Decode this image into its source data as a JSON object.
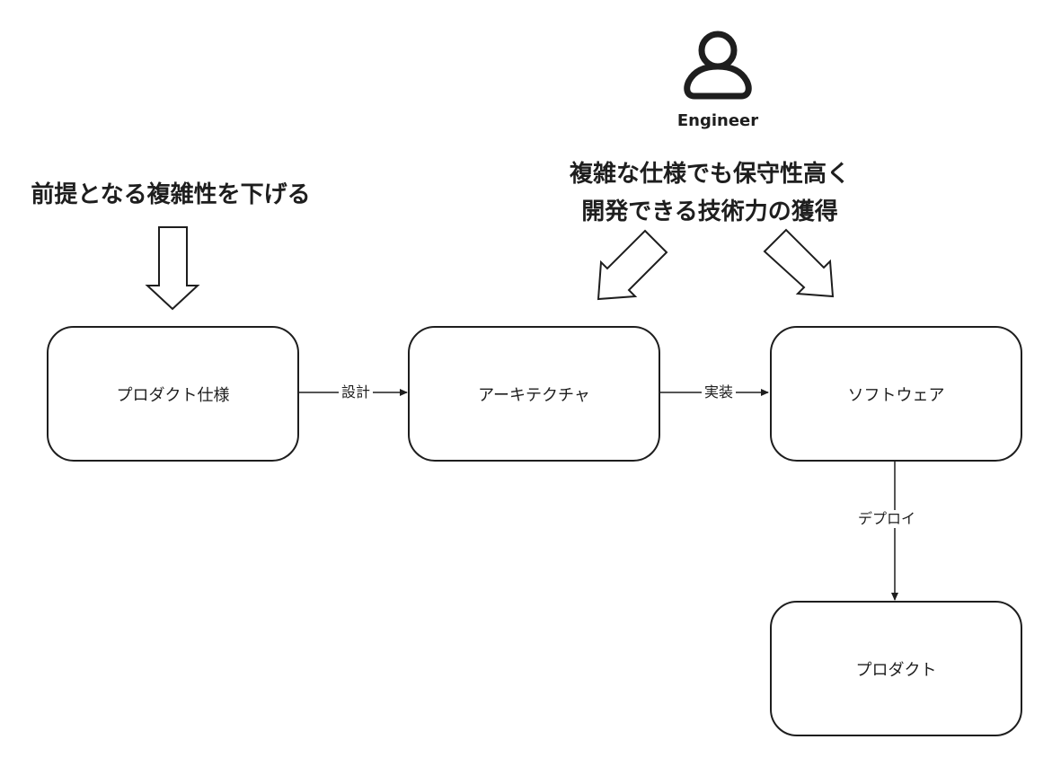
{
  "actor": {
    "label": "Engineer",
    "icon": "person-icon"
  },
  "headings": {
    "left": "前提となる複雑性を下げる",
    "right_line1": "複雑な仕様でも保守性高く",
    "right_line2": "開発できる技術力の獲得"
  },
  "nodes": {
    "spec": "プロダクト仕様",
    "architecture": "アーキテクチャ",
    "software": "ソフトウェア",
    "product": "プロダクト"
  },
  "edges": {
    "spec_to_architecture": "設計",
    "architecture_to_software": "実装",
    "software_to_product": "デプロイ"
  },
  "colors": {
    "stroke": "#1e1e1e",
    "background": "#ffffff"
  }
}
